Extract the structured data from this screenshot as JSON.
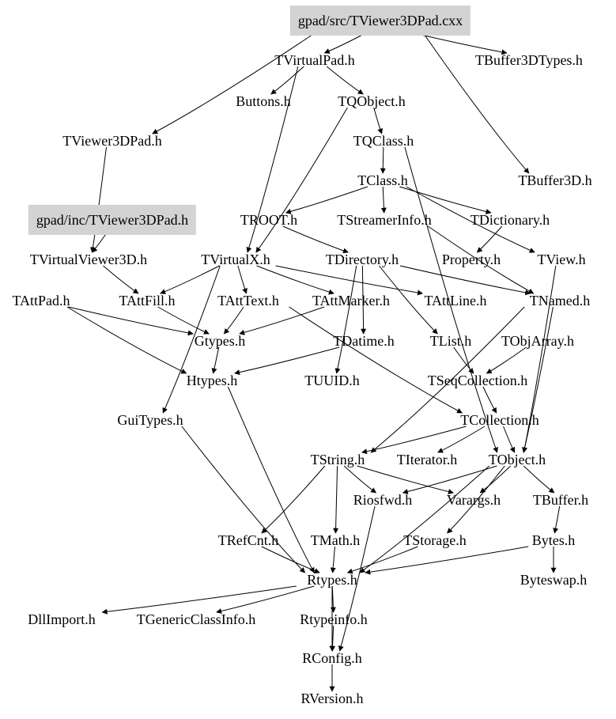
{
  "title": "gpad/src/TViewer3DPad.cxx",
  "colors": {
    "highlight": "#d3d3d3",
    "edge": "#000000"
  },
  "nodes": {
    "cxx": "gpad/src/TViewer3DPad.cxx",
    "TVirtualPad": "TVirtualPad.h",
    "TBuffer3DTypes": "TBuffer3DTypes.h",
    "Buttons": "Buttons.h",
    "TQObject": "TQObject.h",
    "TViewer3DPad": "TViewer3DPad.h",
    "TQClass": "TQClass.h",
    "TClass": "TClass.h",
    "TBuffer3D": "TBuffer3D.h",
    "gpadinc": "gpad/inc/TViewer3DPad.h",
    "TROOT": "TROOT.h",
    "TStreamerInfo": "TStreamerInfo.h",
    "TDictionary": "TDictionary.h",
    "TVirtualViewer3D": "TVirtualViewer3D.h",
    "TVirtualX": "TVirtualX.h",
    "TDirectory": "TDirectory.h",
    "Property": "Property.h",
    "TView": "TView.h",
    "TAttPad": "TAttPad.h",
    "TAttFill": "TAttFill.h",
    "TAttText": "TAttText.h",
    "TAttMarker": "TAttMarker.h",
    "TAttLine": "TAttLine.h",
    "TNamed": "TNamed.h",
    "Gtypes": "Gtypes.h",
    "TDatime": "TDatime.h",
    "TList": "TList.h",
    "TObjArray": "TObjArray.h",
    "Htypes": "Htypes.h",
    "TUUID": "TUUID.h",
    "TSeqCollection": "TSeqCollection.h",
    "GuiTypes": "GuiTypes.h",
    "TCollection": "TCollection.h",
    "TString": "TString.h",
    "TIterator": "TIterator.h",
    "TObject": "TObject.h",
    "Riosfwd": "Riosfwd.h",
    "Varargs": "Varargs.h",
    "TBuffer": "TBuffer.h",
    "TRefCnt": "TRefCnt.h",
    "TMath": "TMath.h",
    "TStorage": "TStorage.h",
    "Bytes": "Bytes.h",
    "Rtypes": "Rtypes.h",
    "Byteswap": "Byteswap.h",
    "DllImport": "DllImport.h",
    "TGenericClassInfo": "TGenericClassInfo.h",
    "Rtypeinfo": "Rtypeinfo.h",
    "RConfig": "RConfig.h",
    "RVersion": "RVersion.h"
  },
  "edges": [
    [
      "cxx",
      "TVirtualPad"
    ],
    [
      "cxx",
      "TBuffer3DTypes"
    ],
    [
      "cxx",
      "TViewer3DPad"
    ],
    [
      "cxx",
      "TBuffer3D"
    ],
    [
      "TVirtualPad",
      "Buttons"
    ],
    [
      "TVirtualPad",
      "TQObject"
    ],
    [
      "TVirtualPad",
      "TVirtualX"
    ],
    [
      "TQObject",
      "TQClass"
    ],
    [
      "TQObject",
      "TVirtualX"
    ],
    [
      "TQClass",
      "TClass"
    ],
    [
      "TQClass",
      "TObject"
    ],
    [
      "TClass",
      "TROOT"
    ],
    [
      "TClass",
      "TStreamerInfo"
    ],
    [
      "TClass",
      "TDictionary"
    ],
    [
      "TClass",
      "TView"
    ],
    [
      "TROOT",
      "TDirectory"
    ],
    [
      "TStreamerInfo",
      "TNamed"
    ],
    [
      "TDictionary",
      "Property"
    ],
    [
      "TViewer3DPad",
      "TVirtualViewer3D"
    ],
    [
      "gpadinc",
      "TVirtualViewer3D"
    ],
    [
      "TVirtualViewer3D",
      "TAttFill"
    ],
    [
      "TVirtualX",
      "TAttFill"
    ],
    [
      "TVirtualX",
      "TAttText"
    ],
    [
      "TVirtualX",
      "TAttMarker"
    ],
    [
      "TVirtualX",
      "TAttLine"
    ],
    [
      "TVirtualX",
      "GuiTypes"
    ],
    [
      "TAttPad",
      "Gtypes"
    ],
    [
      "TAttPad",
      "Htypes"
    ],
    [
      "TAttFill",
      "Gtypes"
    ],
    [
      "TAttText",
      "Gtypes"
    ],
    [
      "TAttMarker",
      "Gtypes"
    ],
    [
      "TAttText",
      "TCollection"
    ],
    [
      "TDirectory",
      "TNamed"
    ],
    [
      "TDirectory",
      "TList"
    ],
    [
      "TDirectory",
      "TDatime"
    ],
    [
      "TDirectory",
      "TUUID"
    ],
    [
      "TDatime",
      "Htypes"
    ],
    [
      "Gtypes",
      "Htypes"
    ],
    [
      "Htypes",
      "Rtypes"
    ],
    [
      "GuiTypes",
      "Rtypes"
    ],
    [
      "TNamed",
      "TString"
    ],
    [
      "TNamed",
      "TObject"
    ],
    [
      "TView",
      "TObject"
    ],
    [
      "TList",
      "TSeqCollection"
    ],
    [
      "TObjArray",
      "TSeqCollection"
    ],
    [
      "TSeqCollection",
      "TCollection"
    ],
    [
      "TCollection",
      "TString"
    ],
    [
      "TCollection",
      "TIterator"
    ],
    [
      "TCollection",
      "TObject"
    ],
    [
      "TString",
      "TRefCnt"
    ],
    [
      "TString",
      "TMath"
    ],
    [
      "TString",
      "Riosfwd"
    ],
    [
      "TString",
      "Varargs"
    ],
    [
      "TObject",
      "Riosfwd"
    ],
    [
      "TObject",
      "Varargs"
    ],
    [
      "TObject",
      "TBuffer"
    ],
    [
      "TObject",
      "TStorage"
    ],
    [
      "TObject",
      "Rtypes"
    ],
    [
      "TBuffer",
      "Bytes"
    ],
    [
      "Bytes",
      "Byteswap"
    ],
    [
      "Bytes",
      "Rtypes"
    ],
    [
      "TRefCnt",
      "Rtypes"
    ],
    [
      "TMath",
      "Rtypes"
    ],
    [
      "TStorage",
      "Rtypes"
    ],
    [
      "Riosfwd",
      "RConfig"
    ],
    [
      "Rtypes",
      "DllImport"
    ],
    [
      "Rtypes",
      "TGenericClassInfo"
    ],
    [
      "Rtypes",
      "Rtypeinfo"
    ],
    [
      "Rtypes",
      "RConfig"
    ],
    [
      "Rtypeinfo",
      "RConfig"
    ],
    [
      "RConfig",
      "RVersion"
    ]
  ]
}
